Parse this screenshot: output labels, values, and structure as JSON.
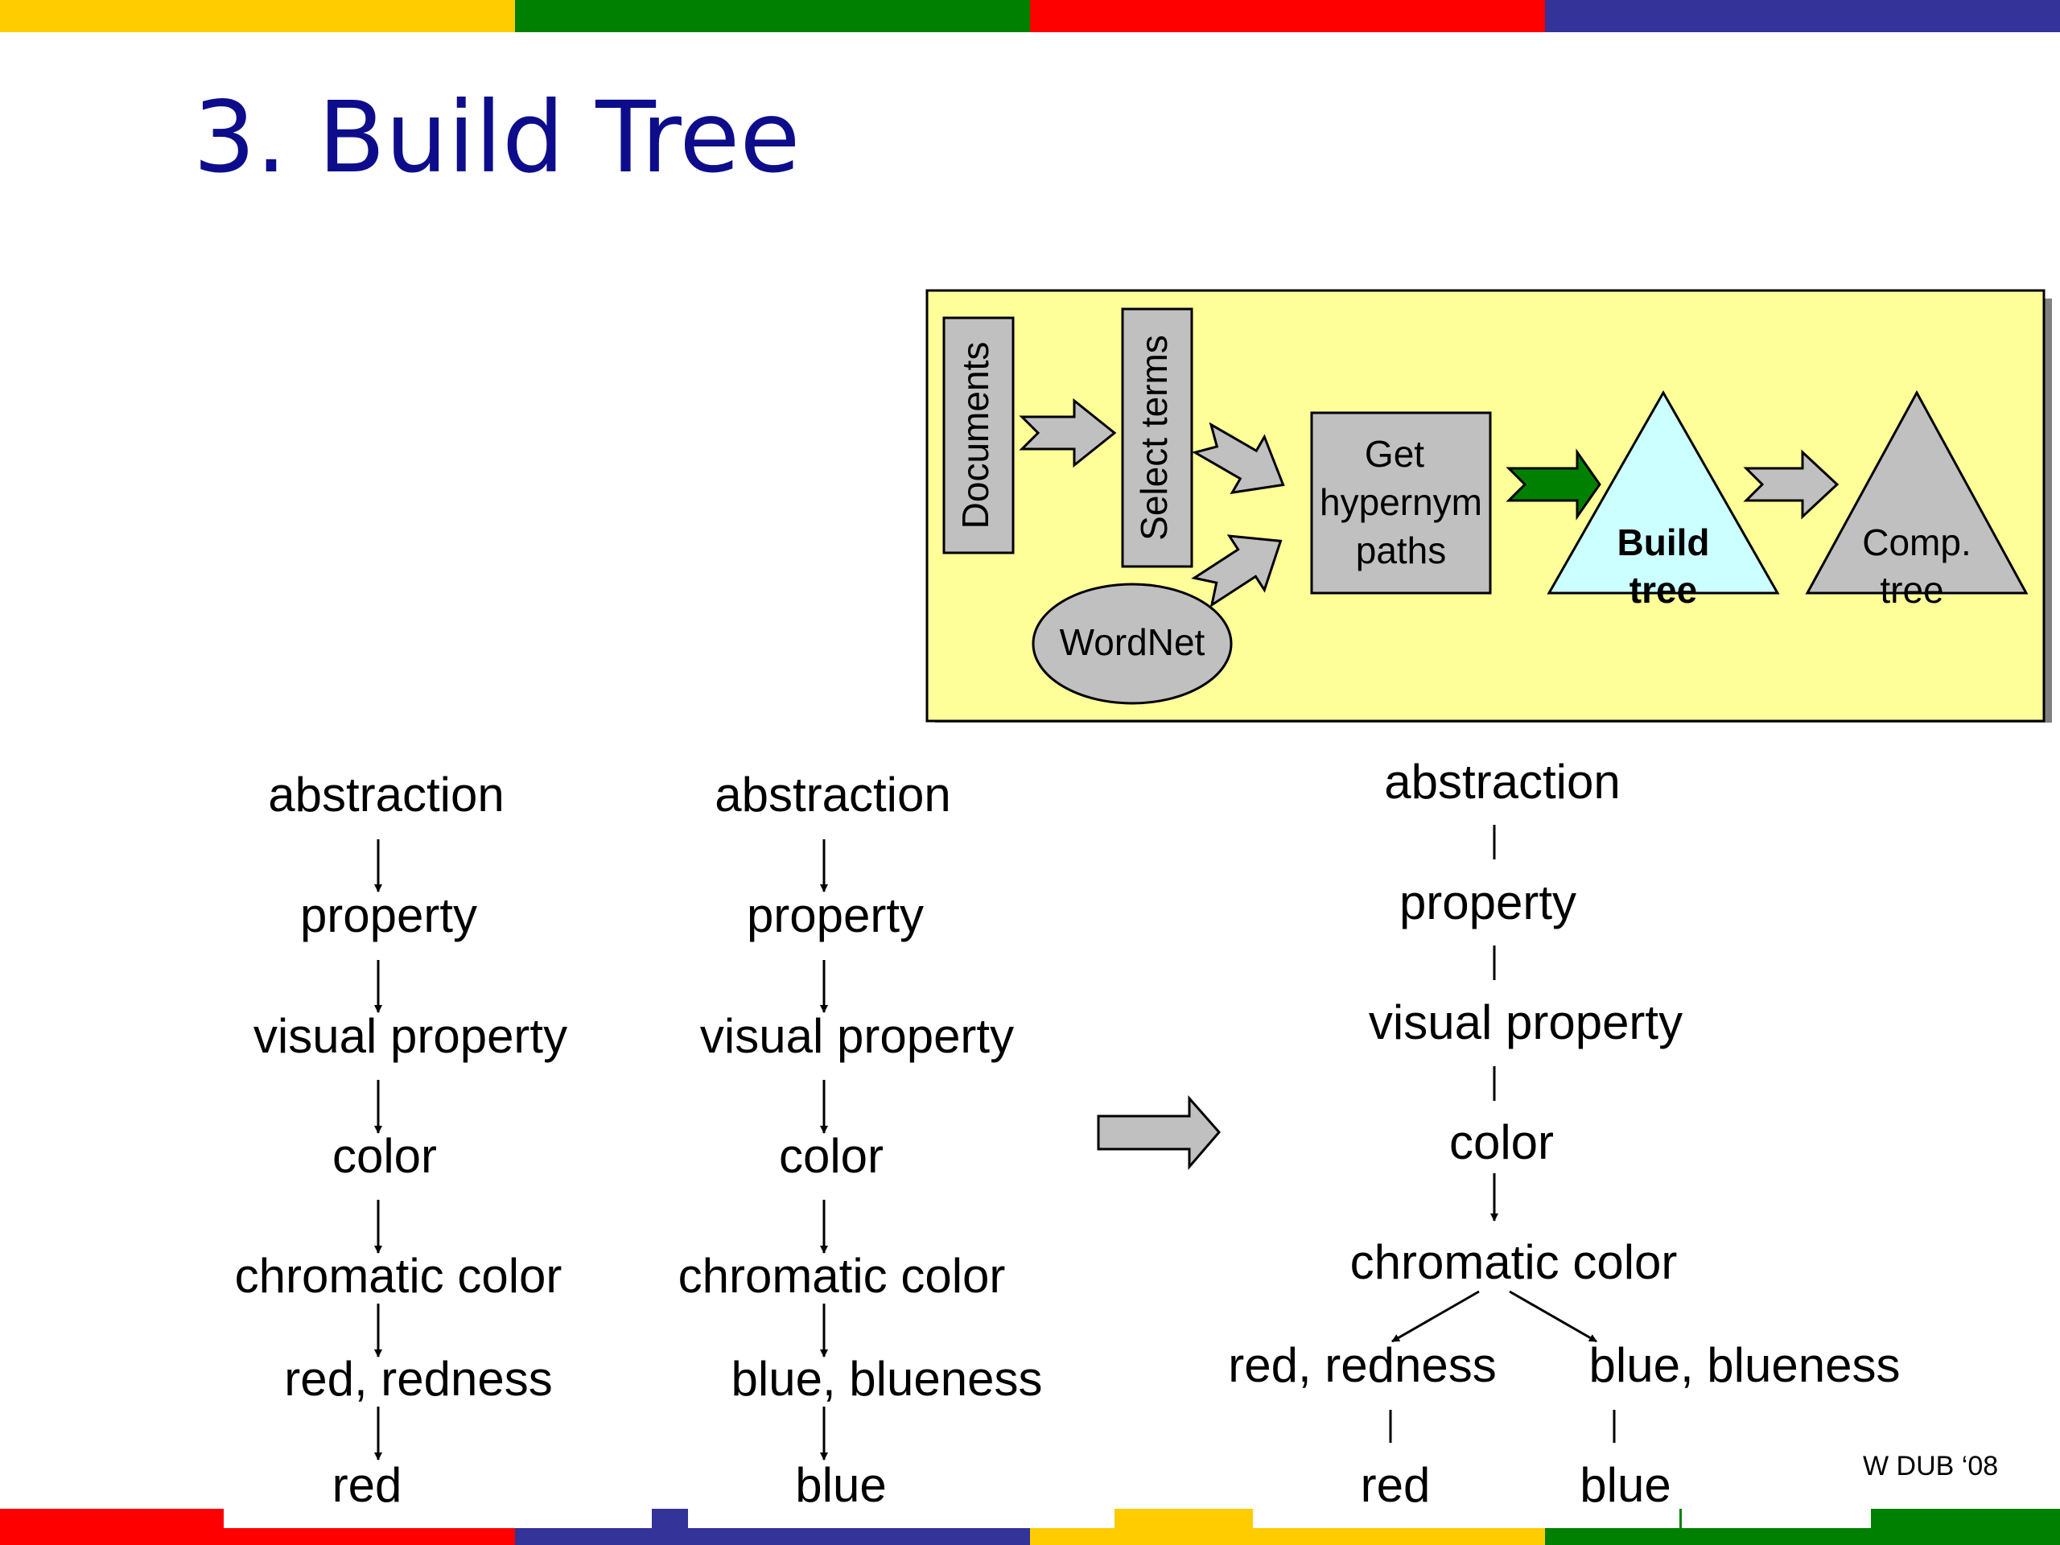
{
  "slide": {
    "title": "3. Build Tree",
    "footer": "W DUB ‘08"
  },
  "colors": {
    "yellow": "#ffcc00",
    "green": "#008000",
    "red": "#ff0000",
    "navy": "#333399",
    "title": "#0d0d8c",
    "inset_bg": "#ffff99",
    "shape_gray": "#c0c0c0",
    "build_tree_fill": "#ccffff",
    "active_arrow": "#008000"
  },
  "pipeline": {
    "documents": "Documents",
    "select_terms": "Select terms",
    "wordnet": "WordNet",
    "get_paths_line1": "Get",
    "get_paths_line2": "hypernym",
    "get_paths_line3": "paths",
    "build_tree_line1": "Build",
    "build_tree_line2": "tree",
    "comp_tree_line1": "Comp.",
    "comp_tree_line2": "tree"
  },
  "path_left": [
    "abstraction",
    "property",
    "visual property",
    "color",
    "chromatic color",
    "red, redness",
    "red"
  ],
  "path_middle": [
    "abstraction",
    "property",
    "visual property",
    "color",
    "chromatic color",
    "blue, blueness",
    "blue"
  ],
  "merged_tree": {
    "chain": [
      "abstraction",
      "property",
      "visual property",
      "color",
      "chromatic color"
    ],
    "left_branch": [
      "red, redness",
      "red"
    ],
    "right_branch": [
      "blue, blueness",
      "blue"
    ]
  }
}
